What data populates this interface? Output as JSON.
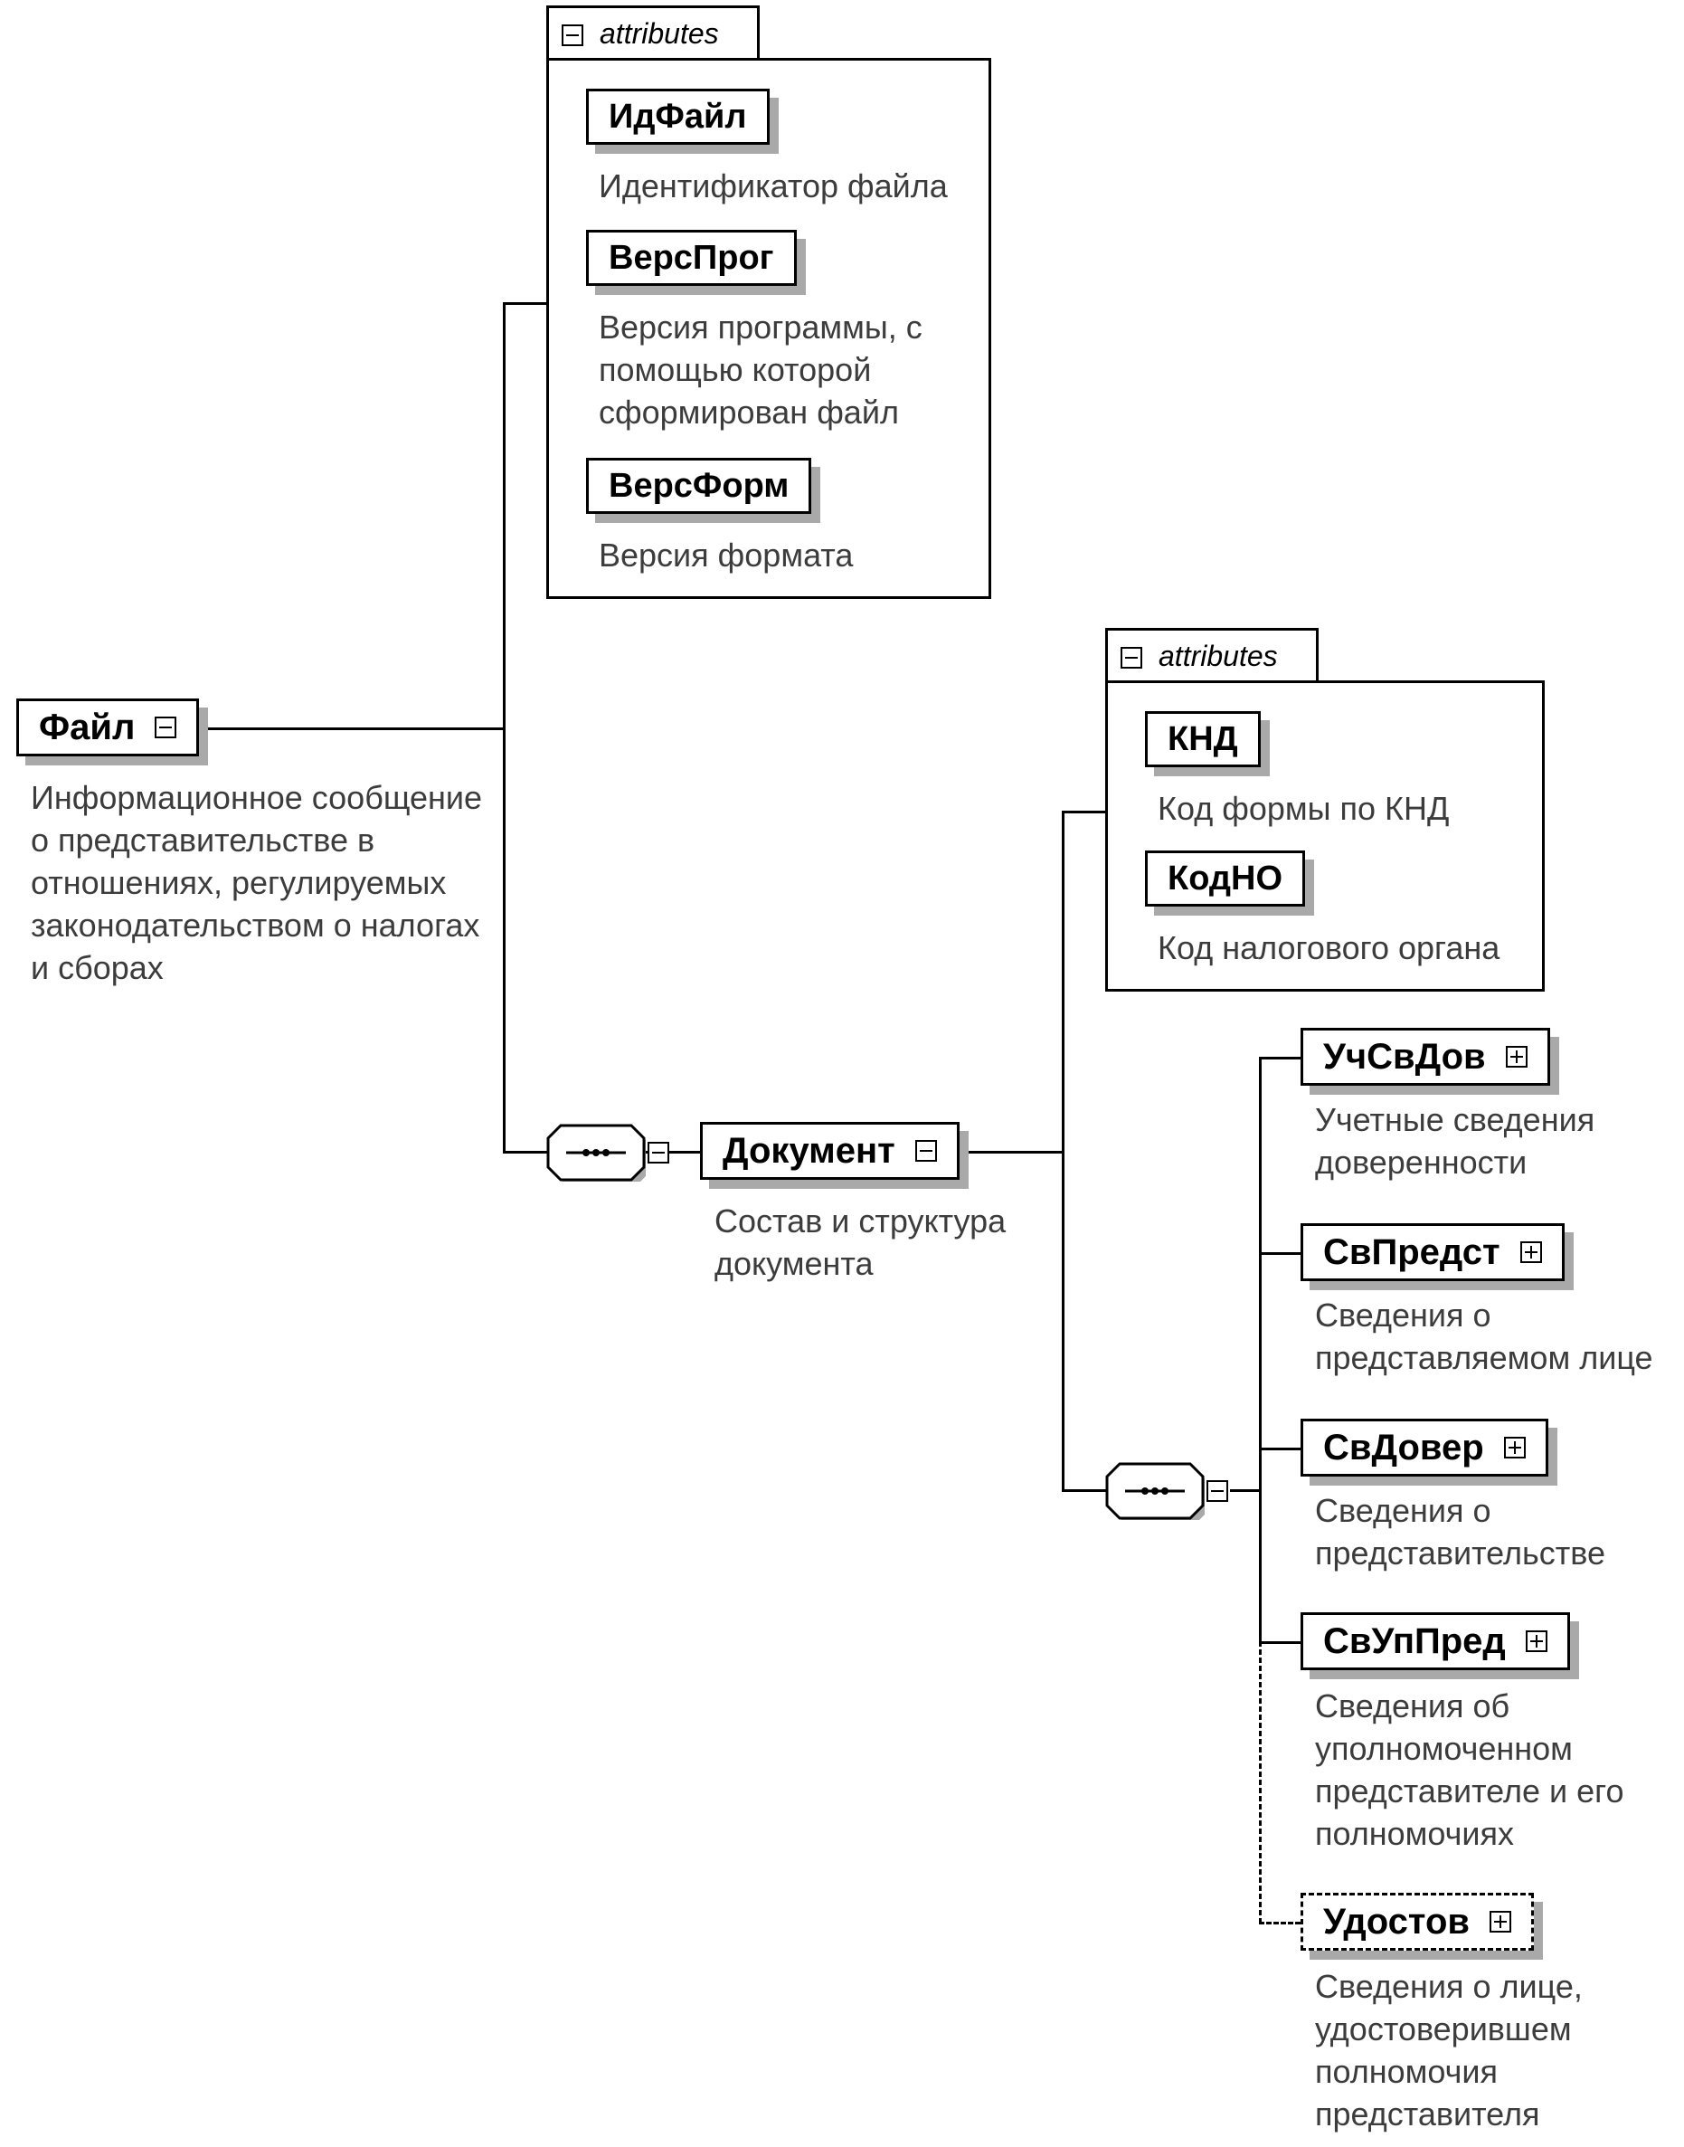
{
  "attributes_label": "attributes",
  "root": {
    "name": "Файл",
    "description": "Информационное сообщение о представительстве в отношениях, регулируемых законодательством о налогах и сборах"
  },
  "file_attributes": [
    {
      "name": "ИдФайл",
      "description": "Идентификатор файла"
    },
    {
      "name": "ВерсПрог",
      "description": "Версия программы, с помощью которой сформирован файл"
    },
    {
      "name": "ВерсФорм",
      "description": "Версия формата"
    }
  ],
  "document": {
    "name": "Документ",
    "description": "Состав и структура документа"
  },
  "document_attributes": [
    {
      "name": "КНД",
      "description": "Код формы по КНД"
    },
    {
      "name": "КодНО",
      "description": "Код налогового органа"
    }
  ],
  "children": [
    {
      "name": "УчСвДов",
      "description": "Учетные сведения доверенности",
      "optional": false
    },
    {
      "name": "СвПредст",
      "description": "Сведения о представляемом лице",
      "optional": false
    },
    {
      "name": "СвДовер",
      "description": "Сведения о представительстве",
      "optional": false
    },
    {
      "name": "СвУпПред",
      "description": "Сведения об уполномоченном представителе и его полномочиях",
      "optional": false
    },
    {
      "name": "Удостов",
      "description": "Сведения о лице, удостоверившем полномочия представителя",
      "optional": true
    }
  ],
  "colors": {
    "line": "#000000",
    "shadow": "#a9a9a9",
    "annotation": "#3c3c3c"
  }
}
